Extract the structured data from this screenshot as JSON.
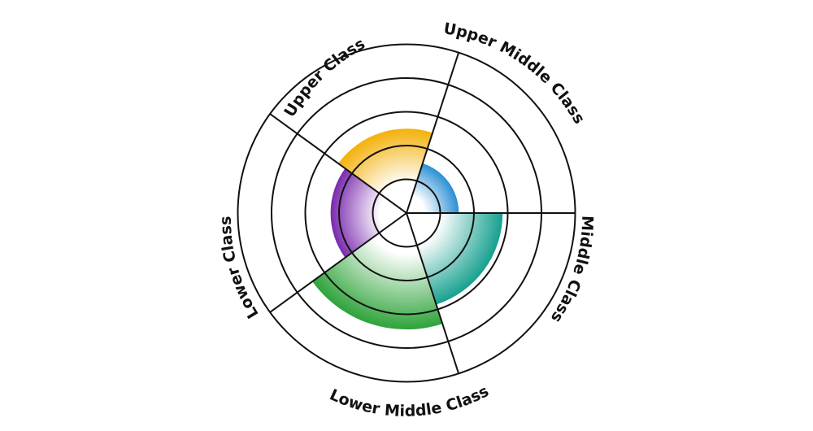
{
  "chart_data": {
    "type": "polar-area",
    "categories": [
      "Upper Class",
      "Upper Middle Class",
      "Middle Class",
      "Lower Middle Class",
      "Lower Class"
    ],
    "values": [
      1.55,
      2.85,
      3.45,
      2.25,
      2.5
    ],
    "ring_count": 5,
    "grid": true,
    "colors": [
      "#2a8fd4",
      "#16a08f",
      "#2ea33a",
      "#7a2aae",
      "#f3b10a"
    ]
  },
  "labels": {
    "upper": "Upper Class",
    "upper_middle": "Upper Middle Class",
    "middle": "Middle Class",
    "lower_middle": "Lower Middle Class",
    "lower": "Lower Class"
  }
}
